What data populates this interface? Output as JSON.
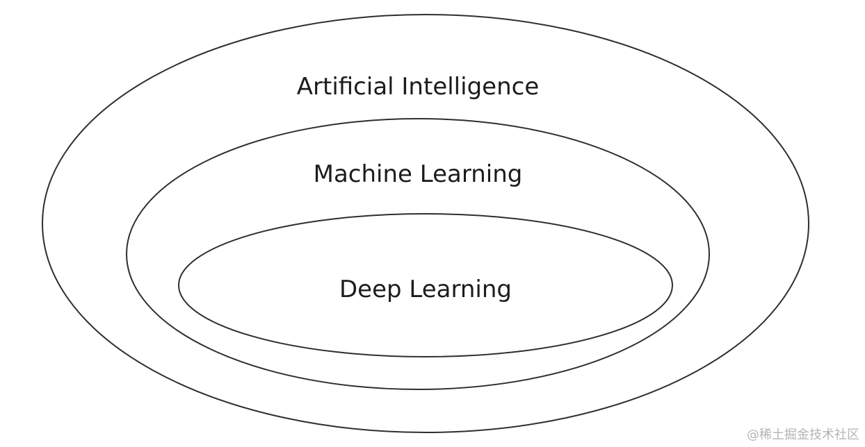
{
  "diagram": {
    "rings": [
      {
        "id": "ai",
        "label": "Artificial Intelligence"
      },
      {
        "id": "ml",
        "label": "Machine Learning"
      },
      {
        "id": "dl",
        "label": "Deep Learning"
      }
    ],
    "stroke_color": "#2e2e2e",
    "text_color": "#1c1c1c"
  },
  "watermark": "@稀土掘金技术社区"
}
